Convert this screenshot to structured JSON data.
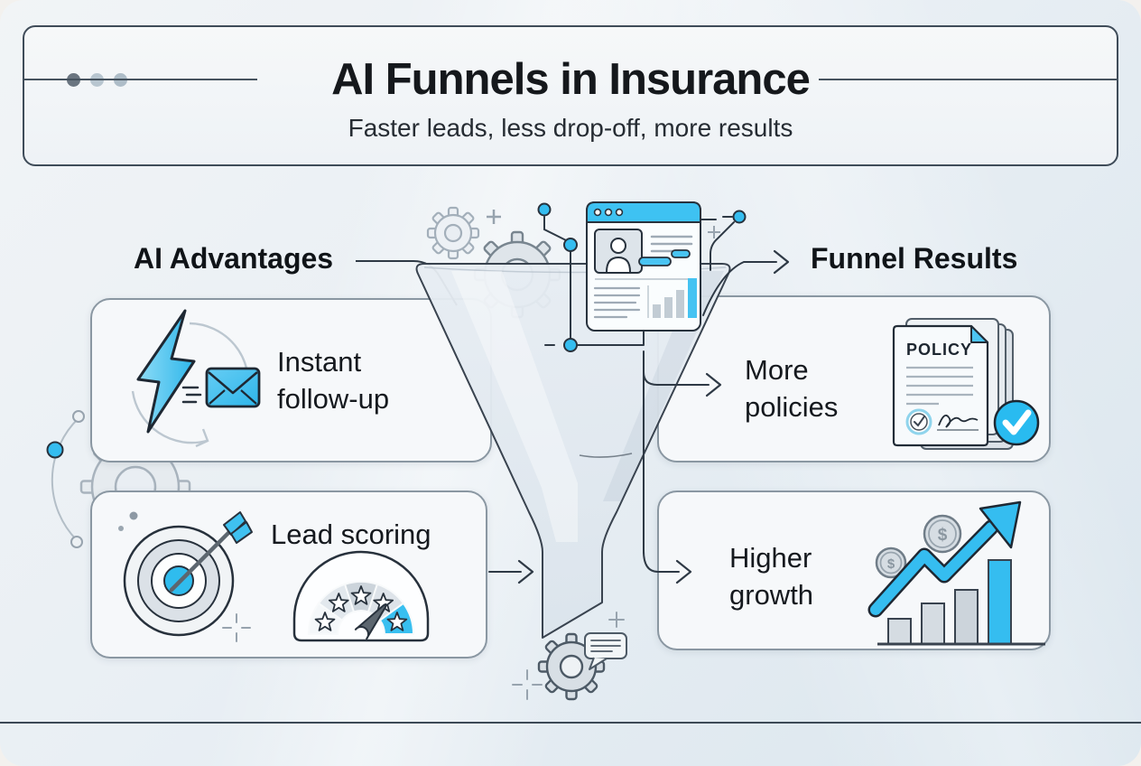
{
  "header": {
    "title": "AI Funnels in Insurance",
    "subtitle": "Faster leads, less drop-off, more results"
  },
  "diagram": {
    "left_section_label": "AI Advantages",
    "right_section_label": "Funnel Results",
    "advantage_cards": [
      {
        "label": "Instant follow-up"
      },
      {
        "label": "Lead scoring"
      }
    ],
    "result_cards": [
      {
        "label": "More policies"
      },
      {
        "label": "Higher growth"
      }
    ],
    "policy_document_title": "POLICY",
    "coin_symbol": "$"
  },
  "colors": {
    "accent_cyan": "#3bbdf0",
    "icon_outline": "#28323d",
    "connector_line": "#2e3945",
    "card_border": "#8a97a2",
    "window_border": "#3f4c59"
  }
}
